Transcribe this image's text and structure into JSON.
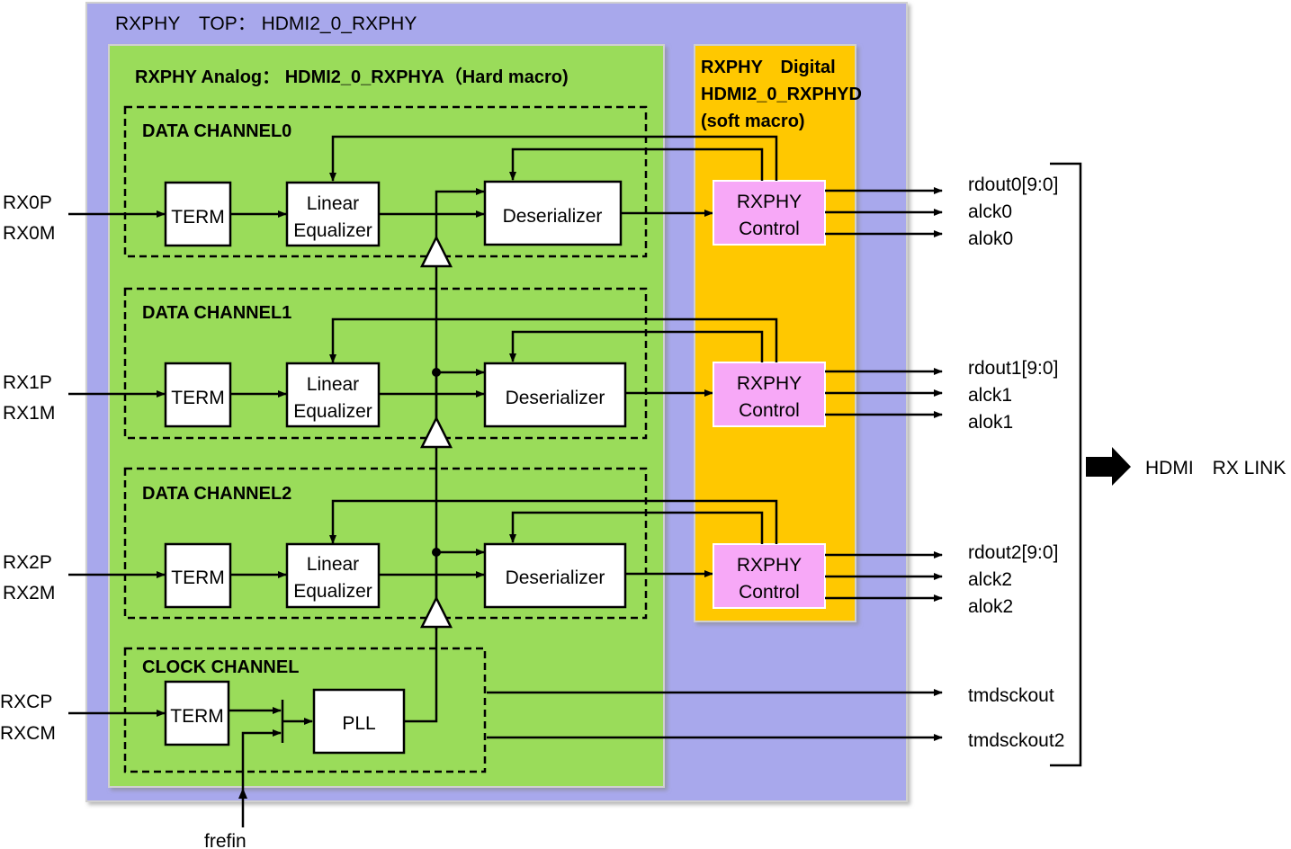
{
  "top_title": "RXPHY　TOP： HDMI2_0_RXPHY",
  "analog_title": "RXPHY Analog： HDMI2_0_RXPHYA（Hard macro)",
  "digital_title": [
    "RXPHY　Digital",
    "HDMI2_0_RXPHYD",
    "(soft macro)"
  ],
  "channels": [
    {
      "title": "DATA CHANNEL0",
      "in_p": "RX0P",
      "in_m": "RX0M",
      "outputs": [
        "rdout0[9:0]",
        "alck0",
        "alok0"
      ]
    },
    {
      "title": "DATA CHANNEL1",
      "in_p": "RX1P",
      "in_m": "RX1M",
      "outputs": [
        "rdout1[9:0]",
        "alck1",
        "alok1"
      ]
    },
    {
      "title": "DATA CHANNEL2",
      "in_p": "RX2P",
      "in_m": "RX2M",
      "outputs": [
        "rdout2[9:0]",
        "alck2",
        "alok2"
      ]
    }
  ],
  "clock_channel": {
    "title": "CLOCK CHANNEL",
    "in_p": "RXCP",
    "in_m": "RXCM",
    "outputs": [
      "tmdsckout",
      "tmdsckout2"
    ]
  },
  "blocks": {
    "term": "TERM",
    "eq_line1": "Linear",
    "eq_line2": "Equalizer",
    "deser": "Deserializer",
    "ctrl_line1": "RXPHY",
    "ctrl_line2": "Control",
    "pll": "PLL"
  },
  "frefin": "frefin",
  "hdmi_link": "HDMI　RX LINK",
  "colors": {
    "top_bg": "#a8a8ec",
    "analog_bg": "#9adc5a",
    "digital_bg": "#ffc800",
    "control_bg": "#f7a8f7"
  }
}
